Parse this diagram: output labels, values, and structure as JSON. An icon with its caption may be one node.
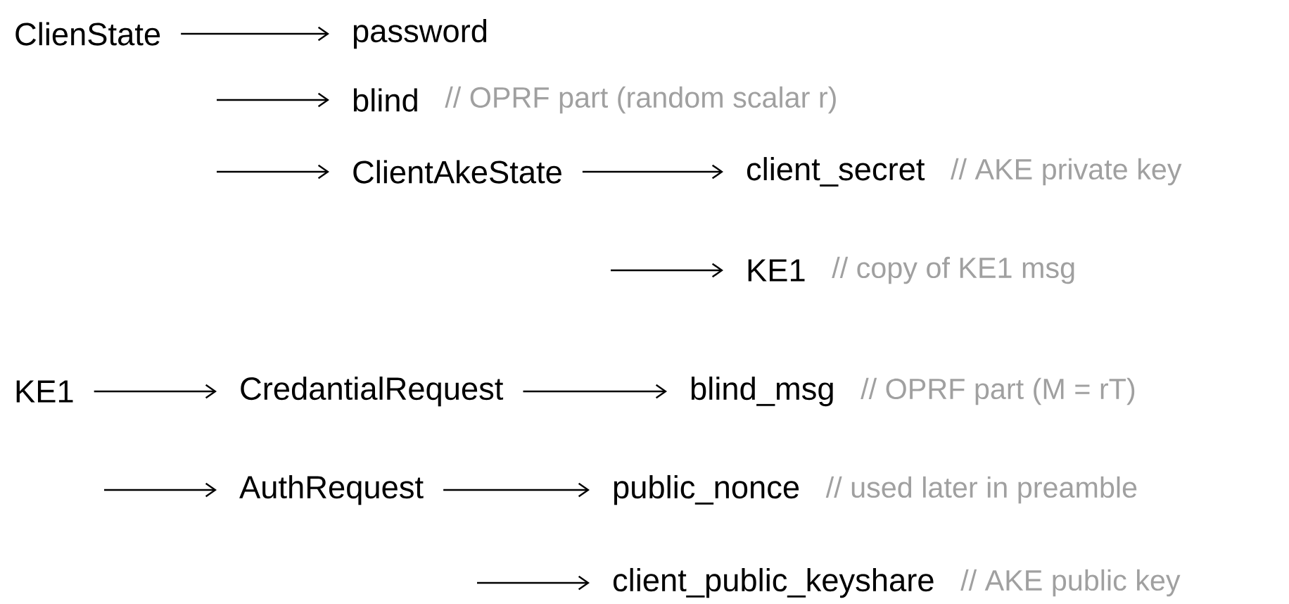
{
  "diagram": {
    "nodes": [
      {
        "text": [
          "ClienState"
        ]
      },
      {
        "text": [
          "password"
        ]
      },
      {
        "text": [
          "blind"
        ],
        "beside": [
          "// OPRF part (random scalar r)"
        ]
      },
      {
        "text": [
          "ClientAkeState"
        ]
      },
      {
        "text": [
          "client_secret"
        ],
        "beside": [
          "// AKE private key"
        ]
      },
      {
        "text": [
          "KE1"
        ],
        "beside": [
          "// copy of KE1 msg"
        ]
      },
      {
        "text": [
          "KE1"
        ]
      },
      {
        "text": [
          "CredantialRequest"
        ]
      },
      {
        "text": [
          "blind_msg"
        ],
        "beside": [
          "// OPRF part (M = rT)"
        ]
      },
      {
        "text": [
          "AuthRequest"
        ]
      },
      {
        "text": [
          "public_nonce"
        ],
        "beside": [
          "// used later in preamble"
        ]
      },
      {
        "text": [
          "client_public_keyshare"
        ],
        "beside": [
          "// AKE public key"
        ]
      }
    ],
    "edges": [
      {
        "from": 0,
        "to": 1,
        "arrow": "to"
      },
      {
        "from": null,
        "to": 2,
        "arrow": "to"
      },
      {
        "from": null,
        "to": 3,
        "arrow": "to"
      },
      {
        "from": 3,
        "to": 4,
        "arrow": "to"
      },
      {
        "from": null,
        "to": 5,
        "arrow": "to"
      },
      {
        "from": 6,
        "to": 7,
        "arrow": "to"
      },
      {
        "from": 7,
        "to": 8,
        "arrow": "to"
      },
      {
        "from": null,
        "to": 9,
        "arrow": "to"
      },
      {
        "from": 9,
        "to": 10,
        "arrow": "to"
      },
      {
        "from": null,
        "to": 11,
        "arrow": "to"
      }
    ]
  }
}
